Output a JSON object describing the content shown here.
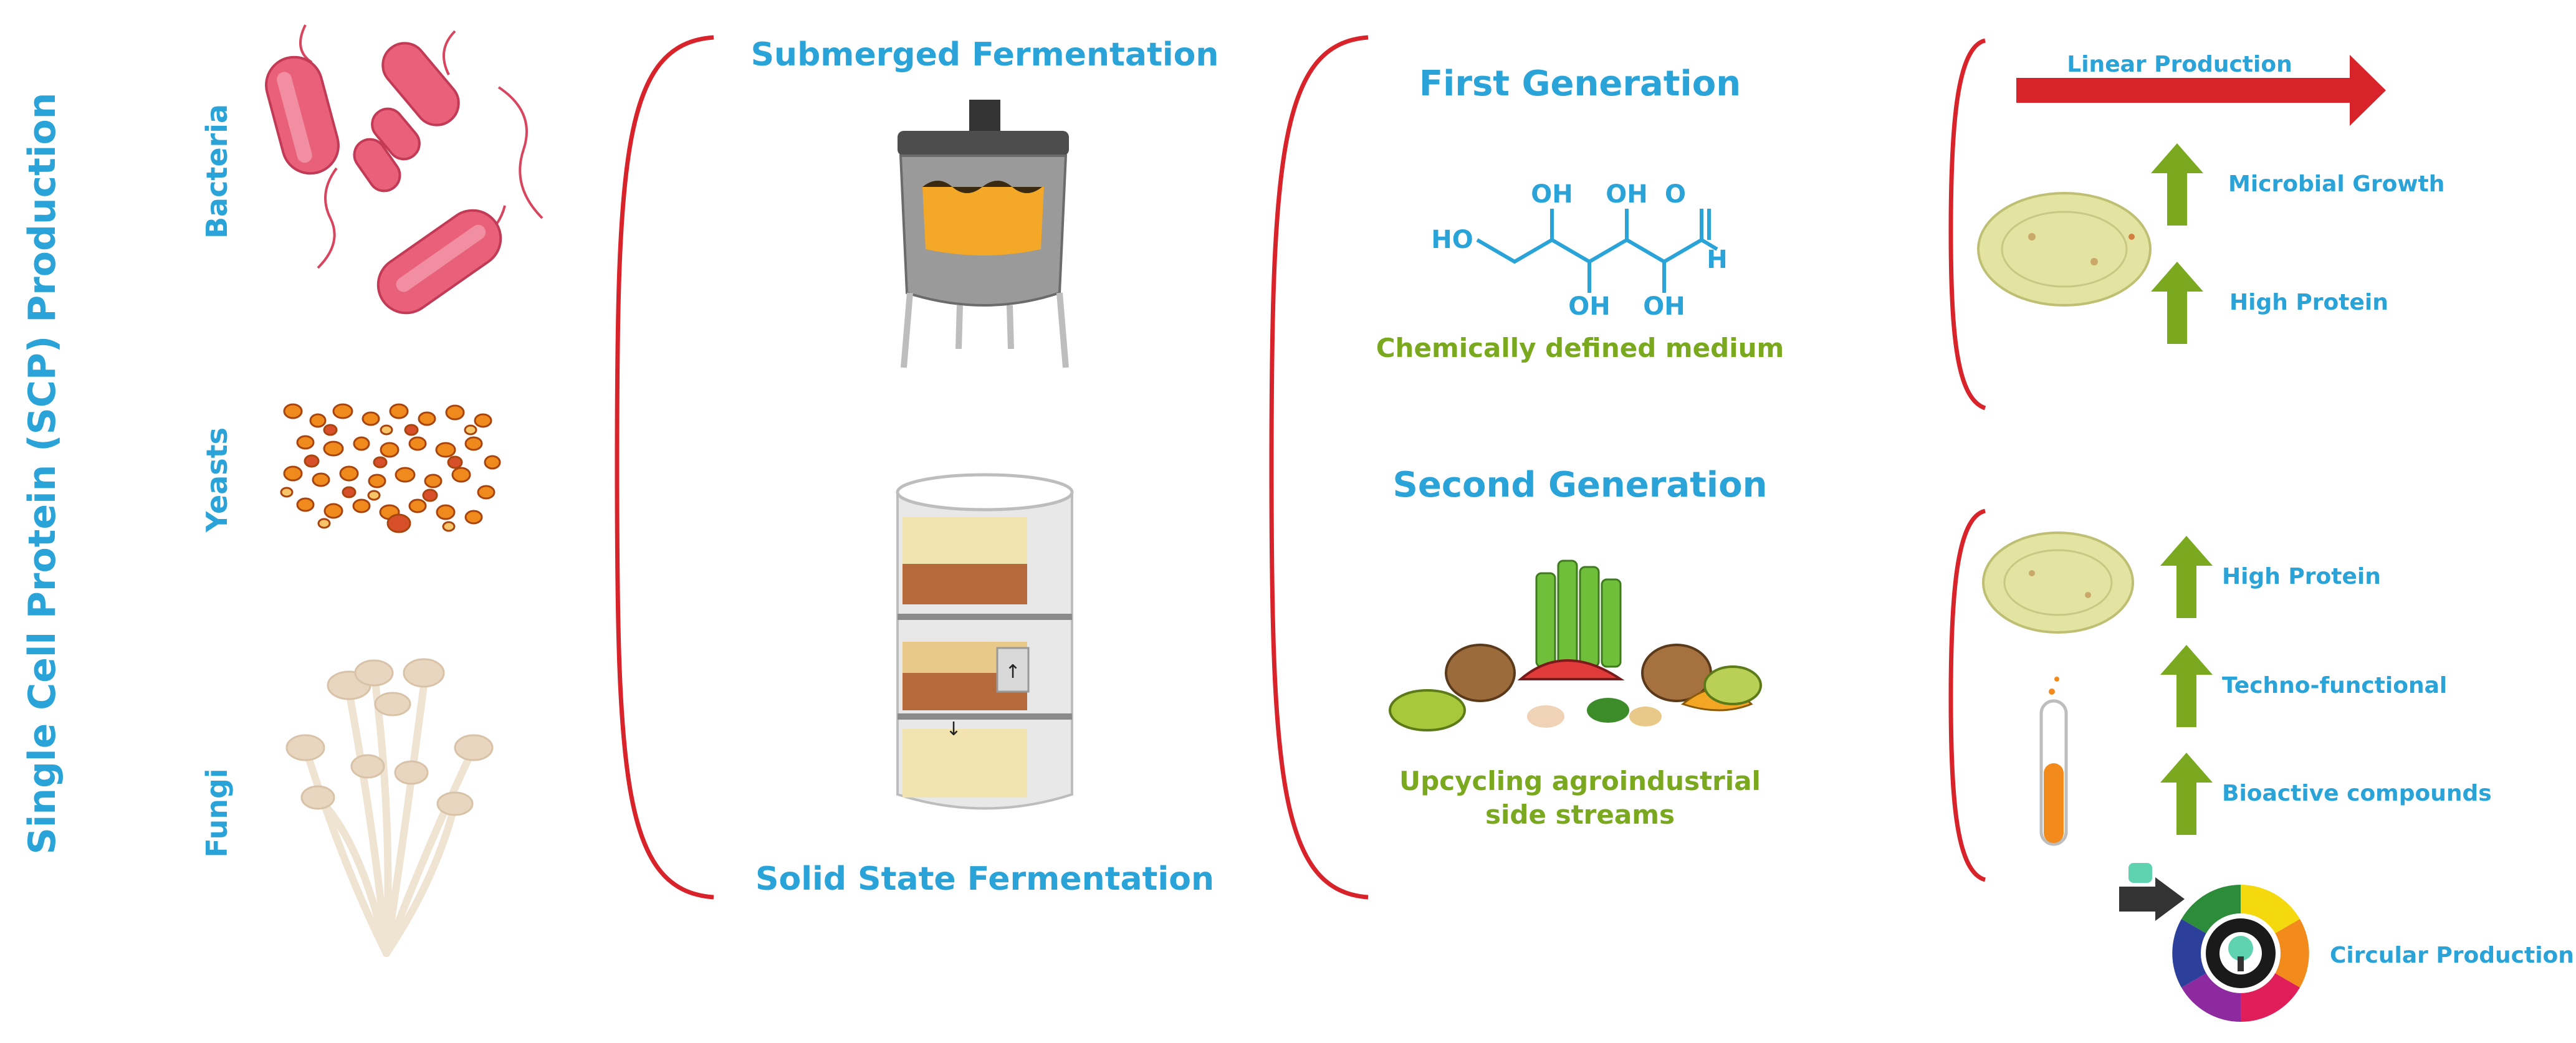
{
  "colors": {
    "label_blue": "#2aa3d8",
    "label_green": "#7aa81e",
    "bracket_red": "#d8232a",
    "arrow_green": "#7aa81e"
  },
  "main_title": "Single Cell Protein (SCP) Production",
  "organisms": {
    "bacteria": "Bacteria",
    "yeasts": "Yeasts",
    "fungi": "Fungi"
  },
  "fermentation": {
    "submerged": "Submerged Fermentation",
    "solid_state": "Solid State Fermentation"
  },
  "generations": {
    "first": "First Generation",
    "first_caption": "Chemically defined medium",
    "second": "Second Generation",
    "second_caption_line1": "Upcycling agroindustrial",
    "second_caption_line2": "side streams"
  },
  "molecule": {
    "ho_left": "HO",
    "oh_1": "OH",
    "oh_2": "OH",
    "oh_3": "OH",
    "oh_4": "OH",
    "o": "O",
    "h": "H"
  },
  "outcomes": {
    "linear_production": "Linear Production",
    "microbial_growth": "Microbial Growth",
    "high_protein_1": "High Protein",
    "high_protein_2": "High Protein",
    "techno_functional": "Techno-functional",
    "bioactive_compounds": "Bioactive compounds",
    "circular_production": "Circular Production"
  }
}
